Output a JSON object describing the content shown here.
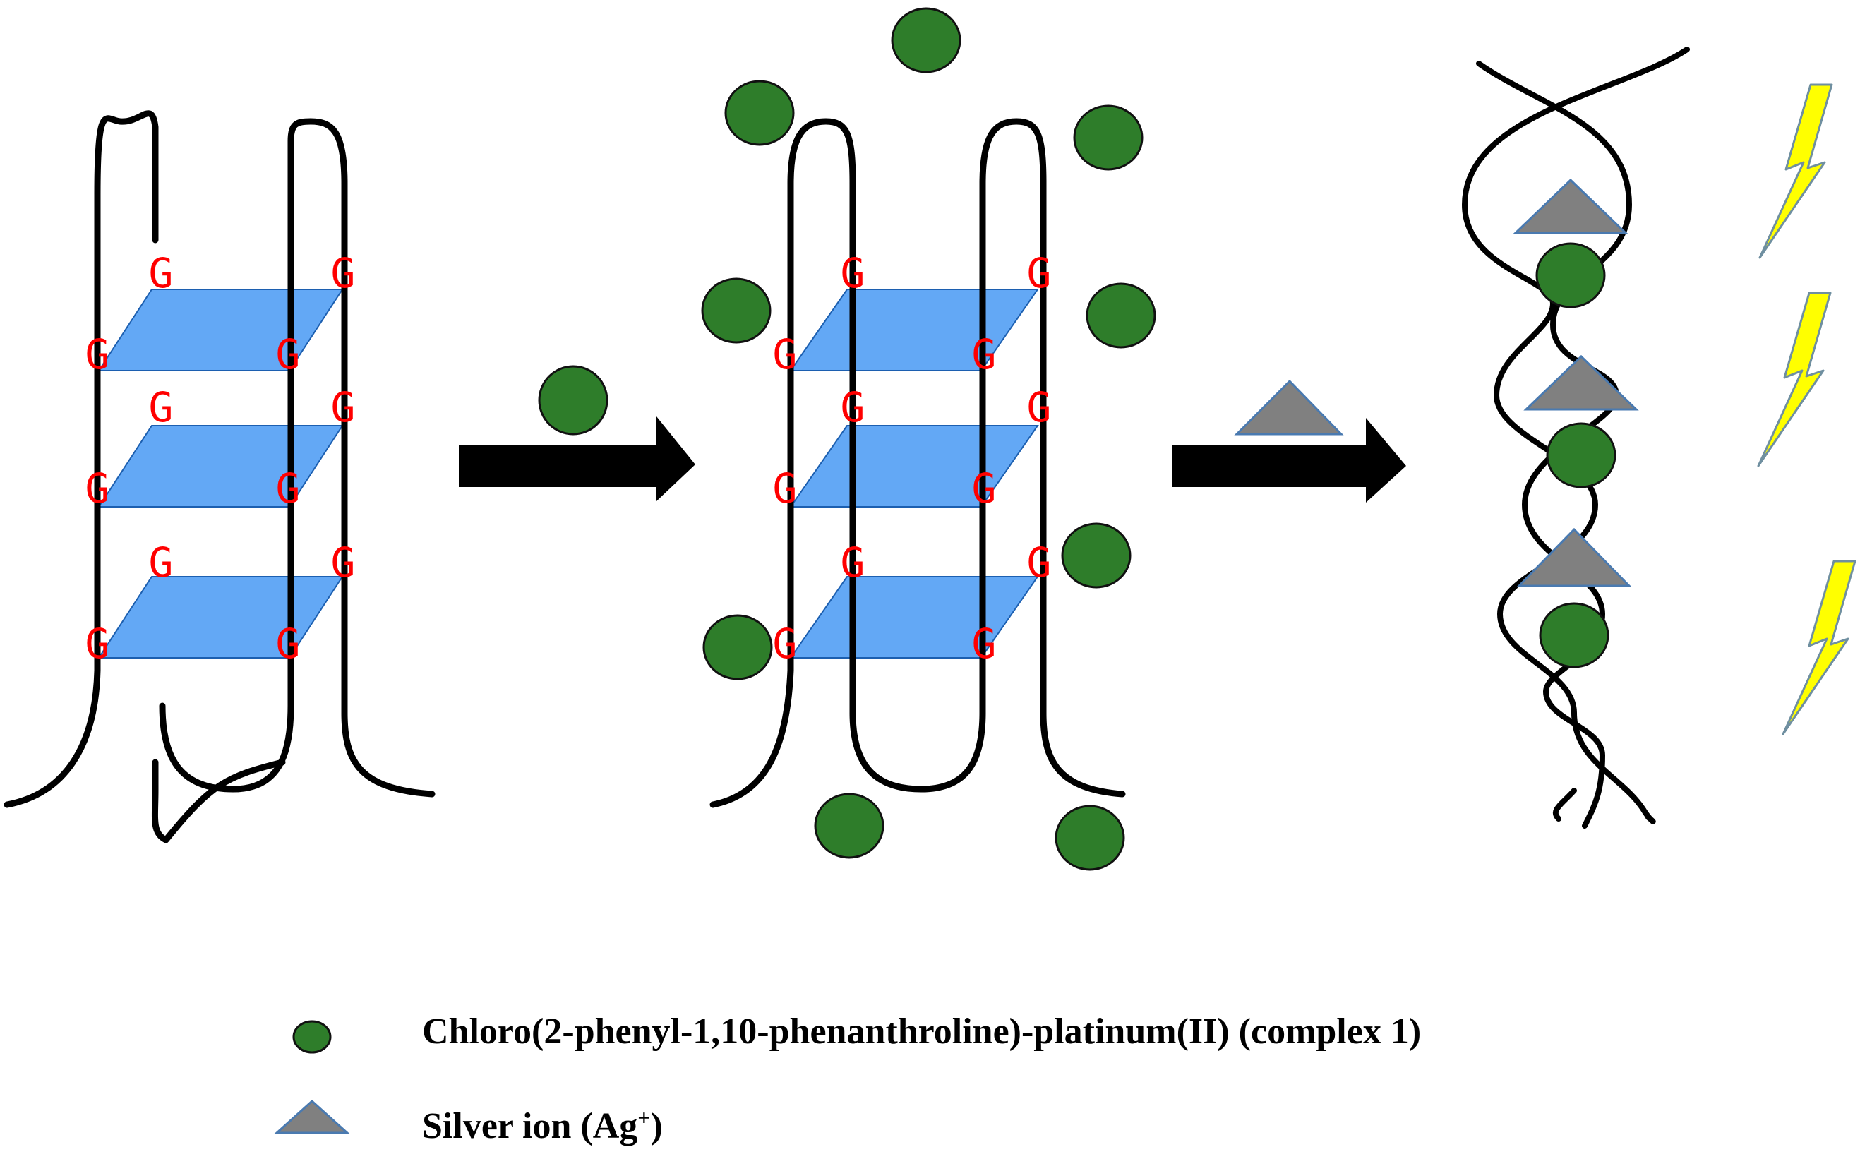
{
  "colors": {
    "complex": "#2e7d2a",
    "complex_stroke": "#111111",
    "tetrad": "#63a8f5",
    "tetrad_stroke": "#1c5fb0",
    "guanine": "#ff0000",
    "silver": "#808080",
    "silver_stroke": "#4a7ab0",
    "bolt": "#ffff00",
    "bolt_stroke": "#6f8fa0",
    "arrow": "#000000"
  },
  "guanine_letter": "G",
  "icons": [
    "complex-circle-icon",
    "silver-triangle-icon",
    "lightning-bolt-icon",
    "process-arrow-icon"
  ],
  "legend": {
    "items": [
      {
        "symbol": "circle",
        "label": "Chloro(2-phenyl-1,10-phenanthroline)-platinum(II) (complex 1)"
      },
      {
        "symbol": "triangle",
        "label_main": "Silver ion (Ag",
        "label_sup": "+",
        "label_end": ")"
      }
    ]
  }
}
